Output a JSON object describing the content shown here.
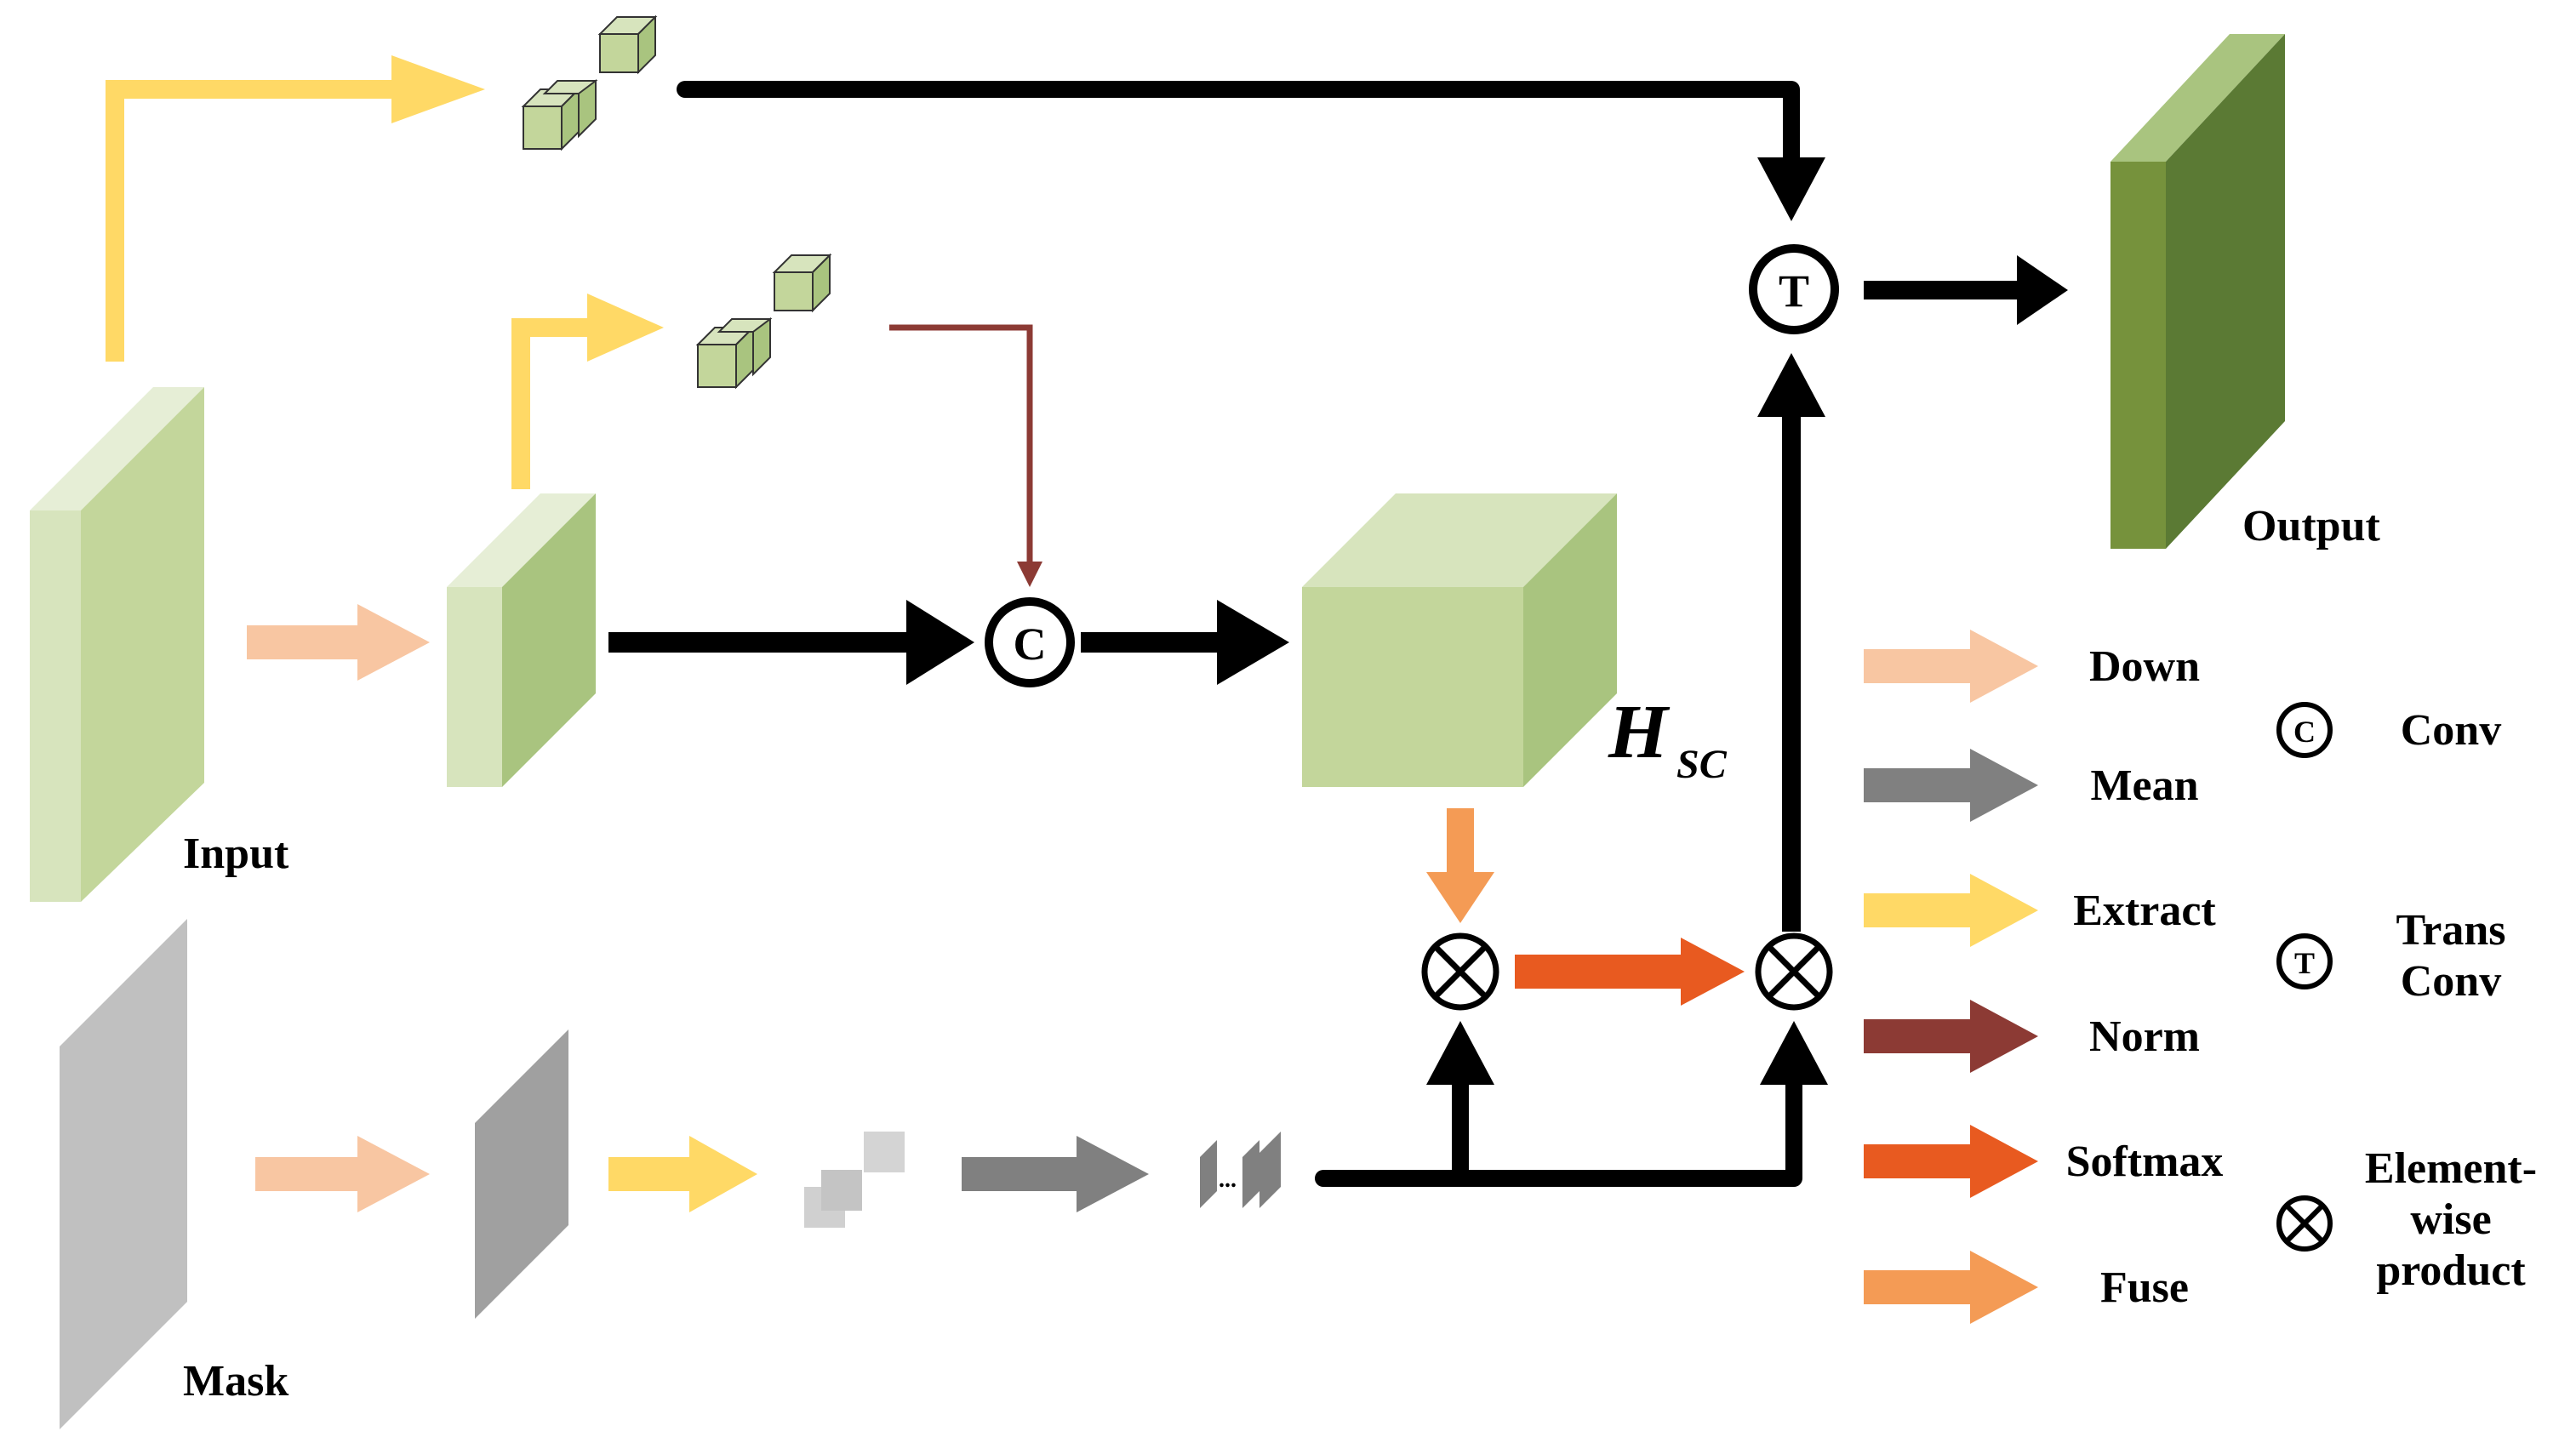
{
  "labels": {
    "input": "Input",
    "mask": "Mask",
    "output": "Output",
    "feature_main": "H",
    "feature_sub": "SC",
    "op_concat": "C",
    "op_trans": "T",
    "ellipsis": "..."
  },
  "legend": {
    "arrows": [
      {
        "label": "Down",
        "color": "#f8c6a2"
      },
      {
        "label": "Mean",
        "color": "#808080"
      },
      {
        "label": "Extract",
        "color": "#ffd966"
      },
      {
        "label": "Norm",
        "color": "#8c3a34"
      },
      {
        "label": "Softmax",
        "color": "#e85a20"
      },
      {
        "label": "Fuse",
        "color": "#f49b55"
      }
    ],
    "ops": [
      {
        "symbol": "C",
        "label_lines": [
          "Conv"
        ]
      },
      {
        "symbol": "T",
        "label_lines": [
          "Trans",
          "Conv"
        ]
      },
      {
        "symbol": "⊗",
        "label_lines": [
          "Element-",
          "wise",
          "product"
        ]
      }
    ]
  },
  "colors": {
    "green_light": "#c3d69b",
    "green_face": "#d7e4bd",
    "green_mid": "#a9c47f",
    "green_dark": "#5b7a34",
    "green_output_front": "#76923c",
    "gray_light": "#c0c0c0",
    "gray_mid": "#a0a0a0",
    "black": "#000000"
  }
}
